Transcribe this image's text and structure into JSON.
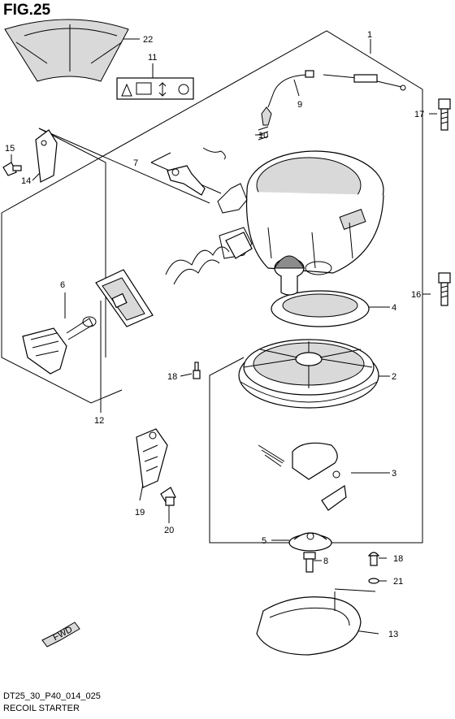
{
  "figure": {
    "title": "FIG.25"
  },
  "footer": {
    "code": "DT25_30_P40_014_025",
    "name": "RECOIL STARTER"
  },
  "fwd_label": "FWD",
  "callouts": [
    {
      "id": "c1",
      "text": "1"
    },
    {
      "id": "c2",
      "text": "2"
    },
    {
      "id": "c3",
      "text": "3"
    },
    {
      "id": "c4",
      "text": "4"
    },
    {
      "id": "c5",
      "text": "5"
    },
    {
      "id": "c6",
      "text": "6"
    },
    {
      "id": "c7",
      "text": "7"
    },
    {
      "id": "c8",
      "text": "8"
    },
    {
      "id": "c9",
      "text": "9"
    },
    {
      "id": "c10",
      "text": "10"
    },
    {
      "id": "c11",
      "text": "11"
    },
    {
      "id": "c12",
      "text": "12"
    },
    {
      "id": "c13",
      "text": "13"
    },
    {
      "id": "c14",
      "text": "14"
    },
    {
      "id": "c15",
      "text": "15"
    },
    {
      "id": "c16",
      "text": "16"
    },
    {
      "id": "c17",
      "text": "17"
    },
    {
      "id": "c18a",
      "text": "18"
    },
    {
      "id": "c18b",
      "text": "18"
    },
    {
      "id": "c19",
      "text": "19"
    },
    {
      "id": "c20",
      "text": "20"
    },
    {
      "id": "c21",
      "text": "21"
    },
    {
      "id": "c22",
      "text": "22"
    }
  ]
}
